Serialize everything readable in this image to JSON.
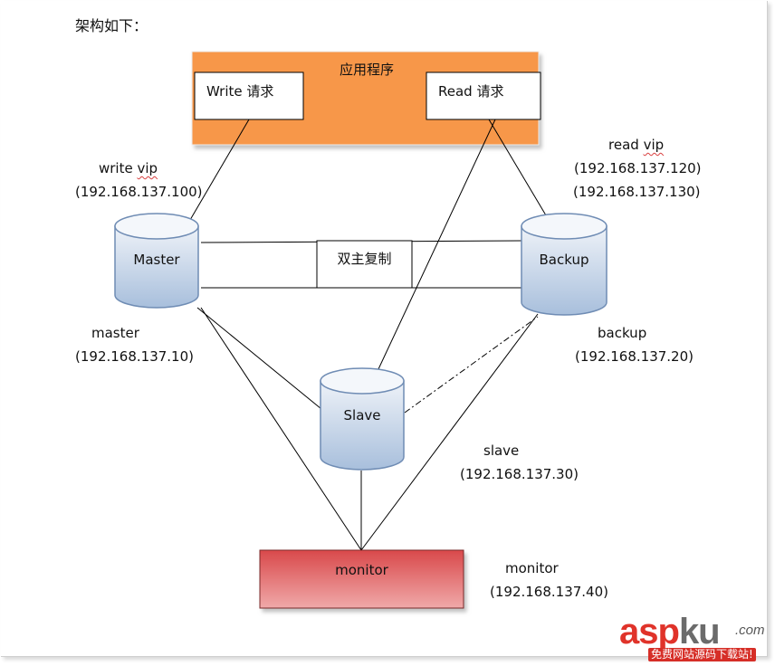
{
  "header": {
    "title": "架构如下："
  },
  "app": {
    "title": "应用程序",
    "write_request": "Write 请求",
    "read_request": "Read 请求"
  },
  "vips": {
    "write_label": "write",
    "write_vip_word": "vip",
    "write_ip": "(192.168.137.100)",
    "read_label": "read",
    "read_vip_word": "vip",
    "read_ip_1": "(192.168.137.120)",
    "read_ip_2": "(192.168.137.130)"
  },
  "nodes": {
    "master": {
      "label": "Master",
      "name": "master",
      "ip": "(192.168.137.10)"
    },
    "backup": {
      "label": "Backup",
      "name": "backup",
      "ip": "(192.168.137.20)"
    },
    "slave": {
      "label": "Slave",
      "name": "slave",
      "ip": "(192.168.137.30)"
    },
    "monitor": {
      "label": "monitor",
      "name": "monitor",
      "ip": "(192.168.137.40)"
    }
  },
  "replication": {
    "label": "双主复制"
  },
  "watermark": {
    "brand_red": "asp",
    "brand_gray": "ku",
    "domain_suffix": ".com",
    "slogan": "免费网站源码下载站!"
  },
  "colors": {
    "app_orange": "#f7974a",
    "cyl_top": "#eef2f8",
    "cyl_bottom": "#a8bfdc",
    "cyl_stroke": "#6f8cb4",
    "monitor_top": "#d9494b",
    "monitor_bottom": "#f0a9a9"
  }
}
